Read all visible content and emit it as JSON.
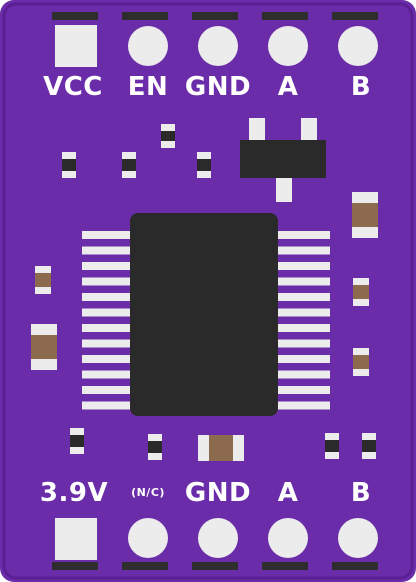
{
  "board": {
    "colors": {
      "pcb": "#6a2ca8",
      "pcb_edge": "#5a1f95",
      "pad": "#ececec",
      "pin_tab": "#2e2e2e",
      "chip": "#2a2a2a",
      "resistor_body": "#8b6a4e"
    },
    "top_labels": [
      "VCC",
      "EN",
      "GND",
      "A",
      "B"
    ],
    "bottom_labels": [
      "3.9V",
      "(N/C)",
      "GND",
      "A",
      "B"
    ]
  }
}
